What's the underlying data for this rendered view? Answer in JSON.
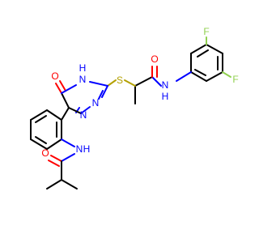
{
  "colors": {
    "background": "#ffffff",
    "carbon_bond": "#000000",
    "oxygen": "#ff0000",
    "nitrogen": "#0000ff",
    "sulfur": "#b3a000",
    "fluorine": "#90d050"
  },
  "atom_labels": {
    "F_top": "F",
    "F_bottom": "F",
    "O_amide_right": "O",
    "NH_amide_right": "NH",
    "NH_amide_right_text": "N",
    "NH_amide_right_h": "H",
    "S": "S",
    "O_triazine": "O",
    "NH_triazine": "NH",
    "NH_triazine_text": "N",
    "NH_triazine_h": "H",
    "N_triazine_1": "N",
    "N_triazine_2": "N",
    "NH_aniline": "NH",
    "NH_aniline_text": "N",
    "NH_aniline_h": "H",
    "O_isobutyramide": "O"
  }
}
